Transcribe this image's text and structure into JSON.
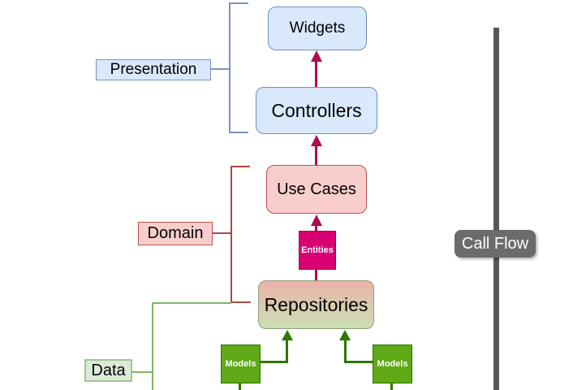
{
  "nodes": {
    "widgets": {
      "label": "Widgets"
    },
    "controllers": {
      "label": "Controllers"
    },
    "use_cases": {
      "label": "Use Cases"
    },
    "entities": {
      "label": "Entities"
    },
    "repositories": {
      "label": "Repositories"
    },
    "models_left": {
      "label": "Models"
    },
    "models_right": {
      "label": "Models"
    }
  },
  "layers": {
    "presentation": {
      "label": "Presentation"
    },
    "domain": {
      "label": "Domain"
    },
    "data": {
      "label": "Data"
    }
  },
  "annotations": {
    "call_flow": {
      "label": "Call Flow"
    }
  },
  "colors": {
    "blue-fill": "#dae8fc",
    "blue-stroke": "#6c8ebf",
    "bracket-blue": "#7b93bb",
    "pink-fill": "#f8cecc",
    "red-stroke": "#b85450",
    "bracket-red": "#a94a42",
    "magenta-fill": "#d80073",
    "magenta-stroke": "#a50040",
    "arrow-crimson": "#ae0a52",
    "green-fill": "#60a917",
    "green-stroke": "#2d7600",
    "bracket-green": "#82b366",
    "lightgreen-fill": "#dcead8",
    "lightgreen-stroke": "#a0c497",
    "repo-gradient-top": "#ecb2a8",
    "repo-gradient-bottom": "#c9e0b4",
    "repo-stroke": "#8f9c78",
    "gray-bar": "#585858",
    "gray-label": "#6b6b6b"
  }
}
